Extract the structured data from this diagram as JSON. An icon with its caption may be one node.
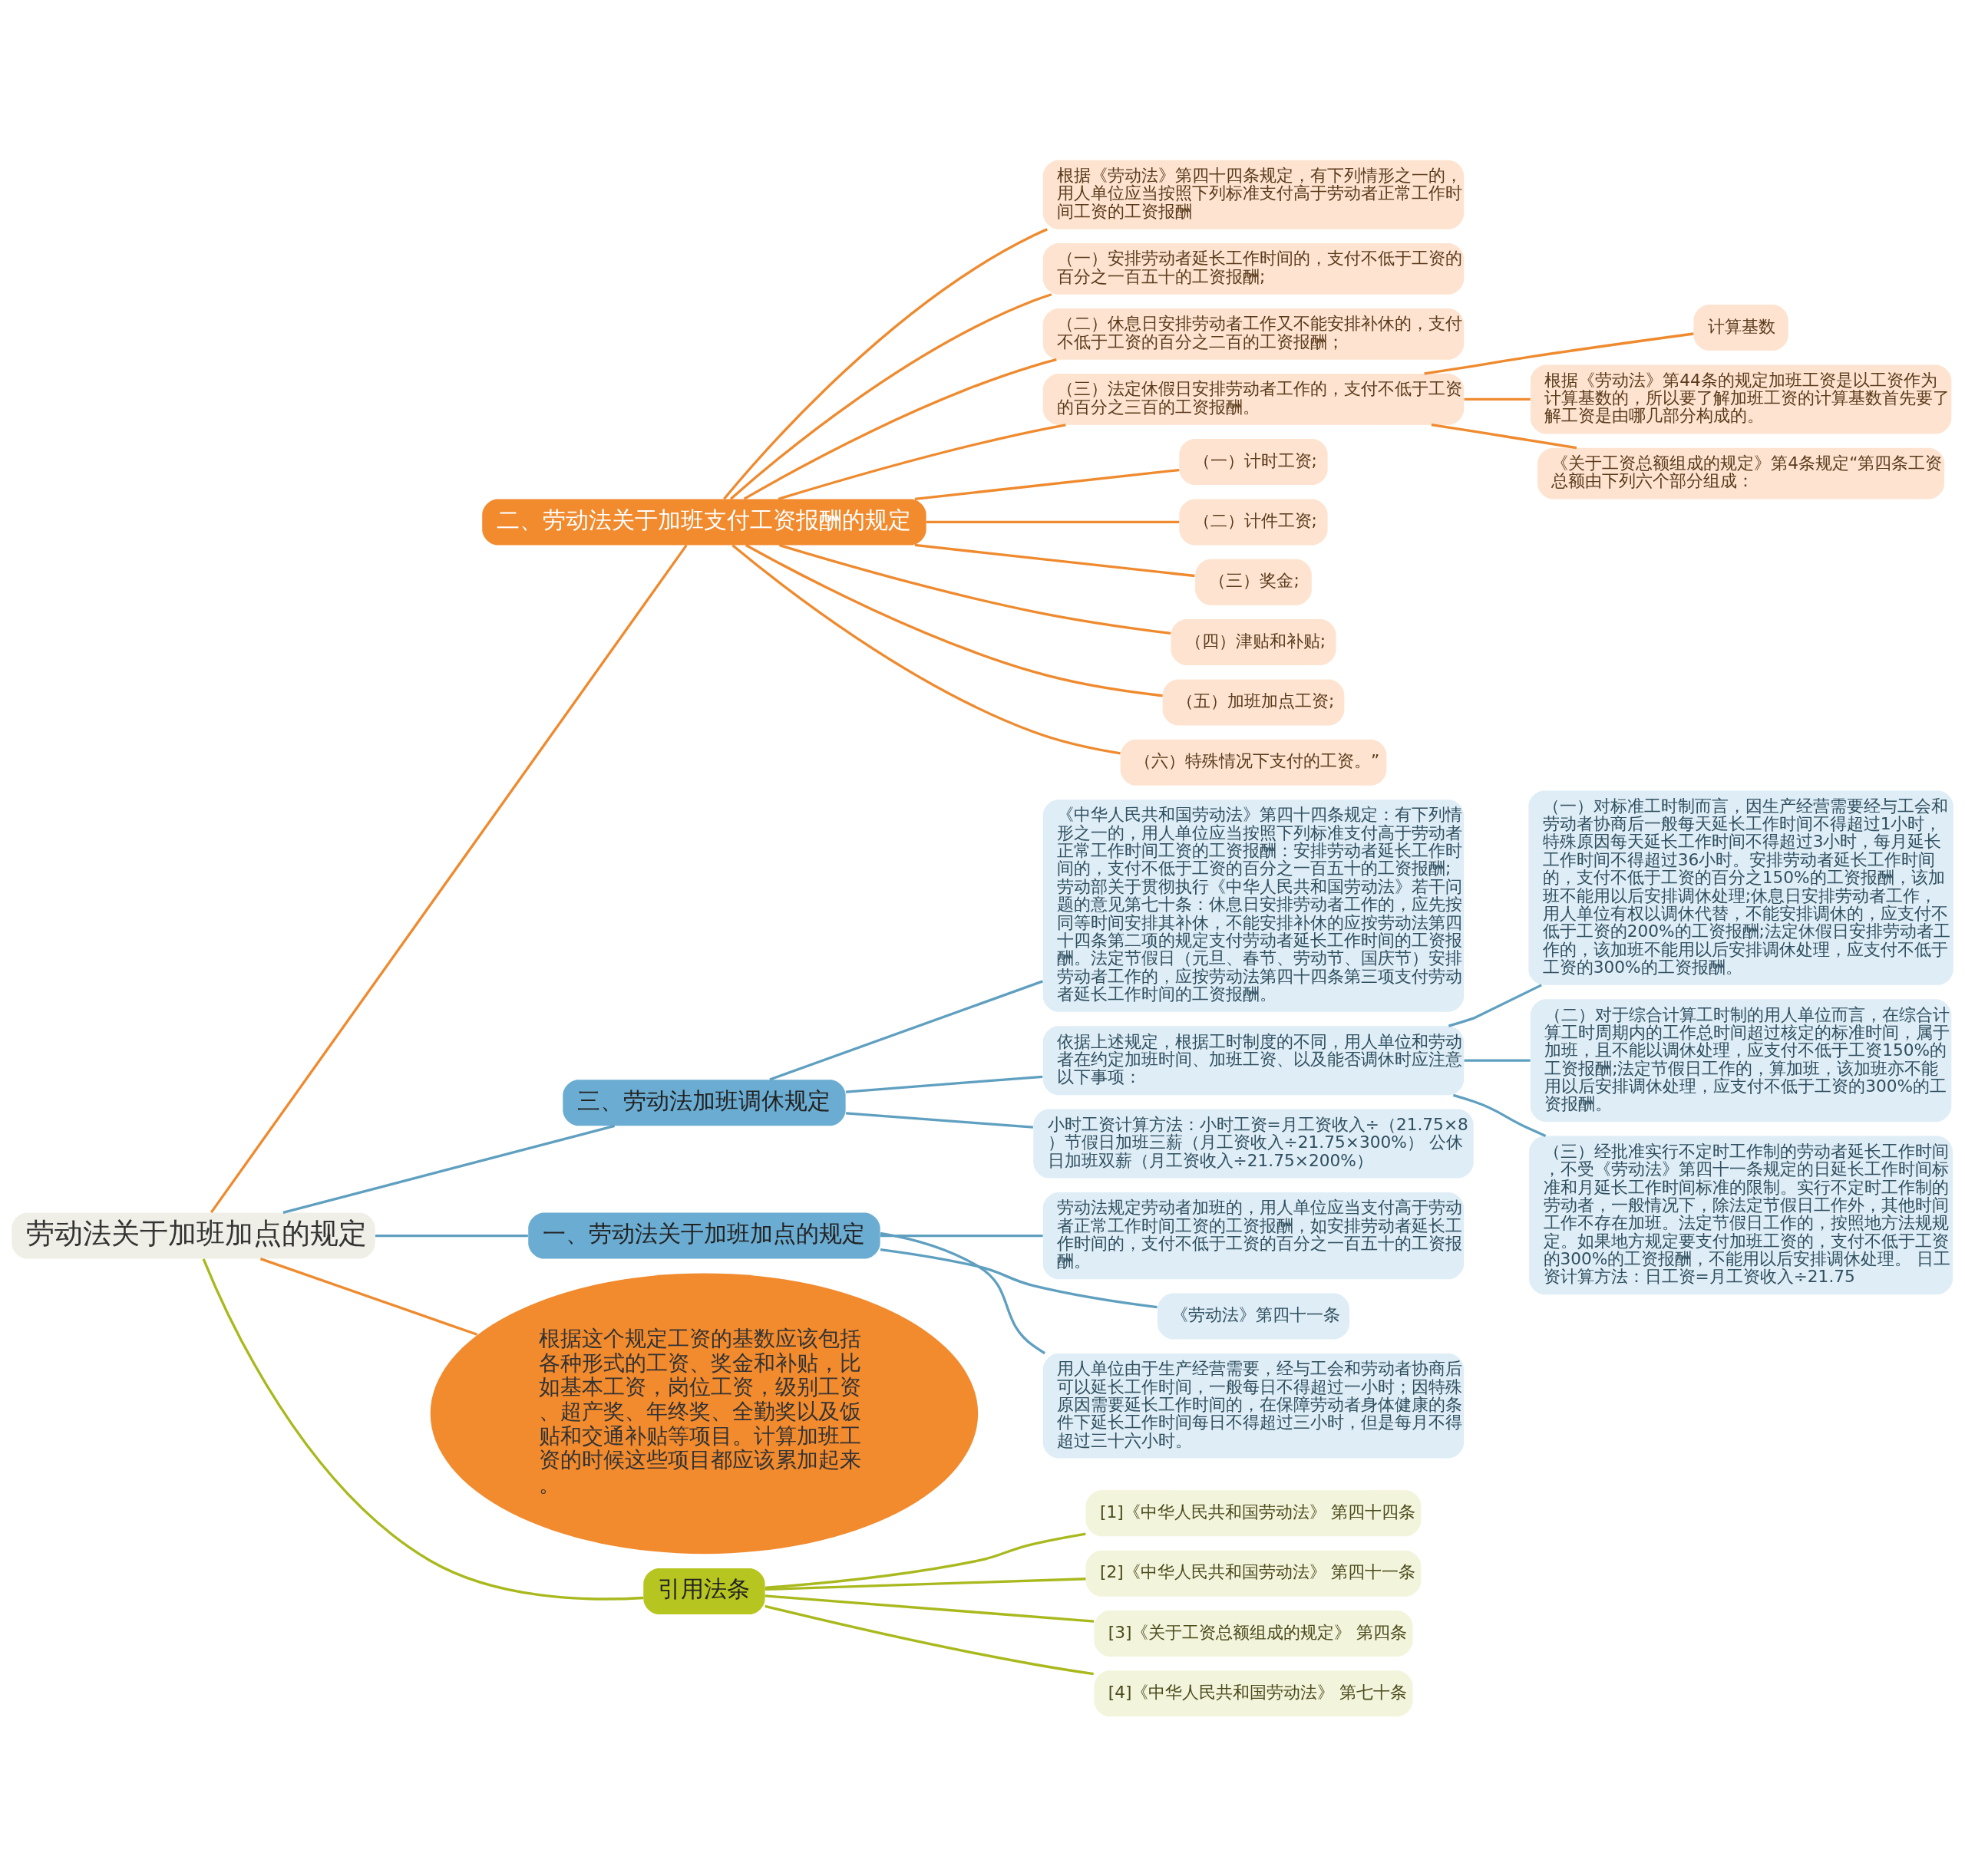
{
  "diagram": {
    "nodes": [
      {
        "text": [
          "劳动法关于加班加点的规定"
        ]
      },
      {
        "text": [
          "二、劳动法关于加班支付工资报酬的规定"
        ]
      },
      {
        "text": [
          "根据《劳动法》第四十四条规定，有下列情形之一的，用人单位应当按照下列标准支付高于劳动者正常工作时间工资的工资报酬"
        ]
      },
      {
        "text": [
          "（一）安排劳动者延长工作时间的，支付不低于工资的百分之一百五十的工资报酬;"
        ]
      },
      {
        "text": [
          "（二）休息日安排劳动者工作又不能安排补休的，支付不低于工资的百分之二百的工资报酬；"
        ]
      },
      {
        "text": [
          "（三）法定休假日安排劳动者工作的，支付不低于工资的百分之三百的工资报酬。"
        ]
      },
      {
        "text": [
          "计算基数"
        ]
      },
      {
        "text": [
          "根据《劳动法》第44条的规定加班工资是以工资作为计算基数的，所以要了解加班工资的计算基数首先要了解工资是由哪几部分构成的。"
        ]
      },
      {
        "text": [
          "《关于工资总额组成的规定》第4条规定“第四条工资总额由下列六个部分组成："
        ]
      },
      {
        "text": [
          "（一）计时工资;"
        ]
      },
      {
        "text": [
          "（二）计件工资;"
        ]
      },
      {
        "text": [
          "（三）奖金;"
        ]
      },
      {
        "text": [
          "（四）津贴和补贴;"
        ]
      },
      {
        "text": [
          "（五）加班加点工资;"
        ]
      },
      {
        "text": [
          "（六）特殊情况下支付的工资。”"
        ]
      },
      {
        "text": [
          "三、劳动法加班调休规定"
        ]
      },
      {
        "text": [
          "《中华人民共和国劳动法》第四十四条规定：有下列情形之一的，用人单位应当按照下列标准支付高于劳动者正常工作时间工资的工资报酬：安排劳动者延长工作时间的，支付不低于工资的百分之一百五十的工资报酬;劳动部关于贯彻执行《中华人民共和国劳动法》若干问题的意见第七十条：休息日安排劳动者工作的，应先按同等时间安排其补休，不能安排补休的应按劳动法第四十四条第二项的规定支付劳动者延长工作时间的工资报酬。法定节假日（元旦、春节、劳动节、国庆节）安排劳动者工作的，应按劳动法第四十四条第三项支付劳动者延长工作时间的工资报酬。"
        ]
      },
      {
        "text": [
          "依据上述规定，根据工时制度的不同，用人单位和劳动者在约定加班时间、加班工资、以及能否调休时应注意以下事项："
        ]
      },
      {
        "text": [
          "（一）对标准工时制而言，因生产经营需要经与工会和劳动者协商后一般每天延长工作时间不得超过1小时，特殊原因每天延长工作时间不得超过3小时，每月延长工作时间不得超过36小时。安排劳动者延长工作时间的，支付不低于工资的百分之150%的工资报酬，该加班不能用以后安排调休处理;休息日安排劳动者工作，用人单位有权以调休代替，不能安排调休的，应支付不低于工资的200%的工资报酬;法定休假日安排劳动者工作的，该加班不能用以后安排调休处理，应支付不低于工资的300%的工资报酬。"
        ]
      },
      {
        "text": [
          "（二）对于综合计算工时制的用人单位而言，在综合计算工时周期内的工作总时间超过核定的标准时间，属于加班，且不能以调休处理，应支付不低于工资150%的工资报酬;法定节假日工作的，算加班，该加班亦不能用以后安排调休处理，应支付不低于工资的300%的工资报酬。"
        ]
      },
      {
        "text": [
          "（三）经批准实行不定时工作制的劳动者延长工作时间，不受《劳动法》第四十一条规定的日延长工作时间标准和月延长工作时间标准的限制。实行不定时工作制的劳动者，一般情况下，除法定节假日工作外，其他时间工作不存在加班。法定节假日工作的，按照地方法规规定。如果地方规定要支付加班工资的，支付不低于工资的300%的工资报酬，不能用以后安排调休处理。 日工资计算方法：日工资=月工资收入÷21.75"
        ]
      },
      {
        "text": [
          "小时工资计算方法：小时工资=月工资收入÷（21.75×8）节假日加班三薪（月工资收入÷21.75×300%） 公休日加班双薪（月工资收入÷21.75×200%）"
        ]
      },
      {
        "text": [
          "一、劳动法关于加班加点的规定"
        ]
      },
      {
        "text": [
          "劳动法规定劳动者加班的，用人单位应当支付高于劳动者正常工作时间工资的工资报酬，如安排劳动者延长工作时间的，支付不低于工资的百分之一百五十的工资报酬。"
        ]
      },
      {
        "text": [
          "《劳动法》第四十一条"
        ]
      },
      {
        "text": [
          "用人单位由于生产经营需要，经与工会和劳动者协商后可以延长工作时间，一般每日不得超过一小时；因特殊原因需要延长工作时间的，在保障劳动者身体健康的条件下延长工作时间每日不得超过三小时，但是每月不得超过三十六小时。"
        ]
      },
      {
        "text": [
          "根据这个规定工资的基数应该包括各种形式的工资、奖金和补贴，比如基本工资，岗位工资，级别工资、超产奖、年终奖、全勤奖以及饭贴和交通补贴等项目。计算加班工资的时候这些项目都应该累加起来。"
        ]
      },
      {
        "text": [
          "引用法条"
        ]
      },
      {
        "text": [
          "[1]《中华人民共和国劳动法》 第四十四条"
        ]
      },
      {
        "text": [
          "[2]《中华人民共和国劳动法》 第四十一条"
        ]
      },
      {
        "text": [
          "[3]《关于工资总额组成的规定》 第四条"
        ]
      },
      {
        "text": [
          "[4]《中华人民共和国劳动法》 第七十条"
        ]
      }
    ],
    "edges": [
      {
        "from": 0,
        "to": 1,
        "arrow": "none",
        "color": "#ef8a2e"
      },
      {
        "from": 1,
        "to": 2,
        "arrow": "none",
        "color": "#ef8a2e"
      },
      {
        "from": 1,
        "to": 3,
        "arrow": "none",
        "color": "#ef8a2e"
      },
      {
        "from": 1,
        "to": 4,
        "arrow": "none",
        "color": "#ef8a2e"
      },
      {
        "from": 1,
        "to": 5,
        "arrow": "none",
        "color": "#ef8a2e"
      },
      {
        "from": 5,
        "to": 6,
        "arrow": "none",
        "color": "#ef8a2e"
      },
      {
        "from": 5,
        "to": 7,
        "arrow": "none",
        "color": "#ef8a2e"
      },
      {
        "from": 5,
        "to": 8,
        "arrow": "none",
        "color": "#ef8a2e"
      },
      {
        "from": 1,
        "to": 9,
        "arrow": "none",
        "color": "#ef8a2e"
      },
      {
        "from": 1,
        "to": 10,
        "arrow": "none",
        "color": "#ef8a2e"
      },
      {
        "from": 1,
        "to": 11,
        "arrow": "none",
        "color": "#ef8a2e"
      },
      {
        "from": 1,
        "to": 12,
        "arrow": "none",
        "color": "#ef8a2e"
      },
      {
        "from": 1,
        "to": 13,
        "arrow": "none",
        "color": "#ef8a2e"
      },
      {
        "from": 1,
        "to": 14,
        "arrow": "none",
        "color": "#ef8a2e"
      },
      {
        "from": 0,
        "to": 15,
        "arrow": "none",
        "color": "#5f9fc0"
      },
      {
        "from": 15,
        "to": 16,
        "arrow": "none",
        "color": "#5f9fc0"
      },
      {
        "from": 15,
        "to": 17,
        "arrow": "none",
        "color": "#5f9fc0"
      },
      {
        "from": 17,
        "to": 18,
        "arrow": "none",
        "color": "#5f9fc0"
      },
      {
        "from": 17,
        "to": 19,
        "arrow": "none",
        "color": "#5f9fc0"
      },
      {
        "from": 17,
        "to": 20,
        "arrow": "none",
        "color": "#5f9fc0"
      },
      {
        "from": 15,
        "to": 21,
        "arrow": "none",
        "color": "#5f9fc0"
      },
      {
        "from": 0,
        "to": 22,
        "arrow": "none",
        "color": "#5f9fc0"
      },
      {
        "from": 22,
        "to": 23,
        "arrow": "none",
        "color": "#5f9fc0"
      },
      {
        "from": 22,
        "to": 24,
        "arrow": "none",
        "color": "#5f9fc0"
      },
      {
        "from": 22,
        "to": 25,
        "arrow": "none",
        "color": "#5f9fc0"
      },
      {
        "from": 0,
        "to": 26,
        "arrow": "none",
        "color": "#ef8a2e"
      },
      {
        "from": 0,
        "to": 27,
        "arrow": "none",
        "color": "#a9b91d"
      },
      {
        "from": 27,
        "to": 28,
        "arrow": "none",
        "color": "#a9b91d"
      },
      {
        "from": 27,
        "to": 29,
        "arrow": "none",
        "color": "#a9b91d"
      },
      {
        "from": 27,
        "to": 30,
        "arrow": "none",
        "color": "#a9b91d"
      },
      {
        "from": 27,
        "to": 31,
        "arrow": "none",
        "color": "#a9b91d"
      }
    ]
  }
}
